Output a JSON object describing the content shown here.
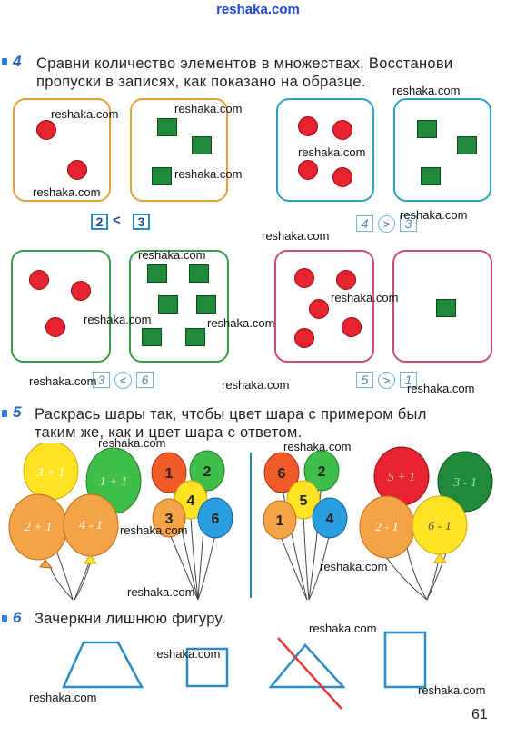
{
  "watermark": "reshaka.com",
  "task4": {
    "number": "4",
    "line1": "Сравни количество элементов в множествах. Восстанови",
    "line2": "пропуски в записях, как показано на образце.",
    "rows": [
      {
        "left": {
          "a": "2",
          "sign": "<",
          "b": "3"
        },
        "right": {
          "a": "4",
          "sign": ">",
          "b": "3"
        }
      },
      {
        "left": {
          "a": "3",
          "sign": "<",
          "b": "6"
        },
        "right": {
          "a": "5",
          "sign": ">",
          "b": "1"
        }
      }
    ]
  },
  "task5": {
    "number": "5",
    "line1": "Раскрась шары так, чтобы цвет шара с примером был",
    "line2": "таким же, как и цвет шара с ответом.",
    "left_examples": [
      "3 + 1",
      "1 + 1",
      "2 + 1",
      "4 - 1"
    ],
    "left_answers": [
      "1",
      "2",
      "4",
      "3",
      "6"
    ],
    "right_answers": [
      "6",
      "2",
      "5",
      "1",
      "4"
    ],
    "right_examples": [
      "5 + 1",
      "3 - 1",
      "2 - 1",
      "6 - 1"
    ]
  },
  "task6": {
    "number": "6",
    "text": "Зачеркни лишнюю фигуру."
  },
  "page_number": "61",
  "colors": {
    "red": "#e8232f",
    "green": "#1f8a3a",
    "blue": "#2a8cc0",
    "orange": "#f4a447",
    "yellow": "#ffe324",
    "lime": "#3fbf4a"
  }
}
